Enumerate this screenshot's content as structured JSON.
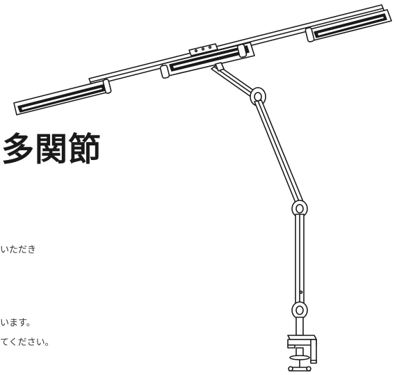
{
  "headline": "多関節",
  "body_lines": [
    "いただき",
    "います。",
    "てください。"
  ],
  "illustration": {
    "subject": "lamp",
    "stroke_color": "#1a1a1a",
    "fill_color": "#ffffff"
  }
}
